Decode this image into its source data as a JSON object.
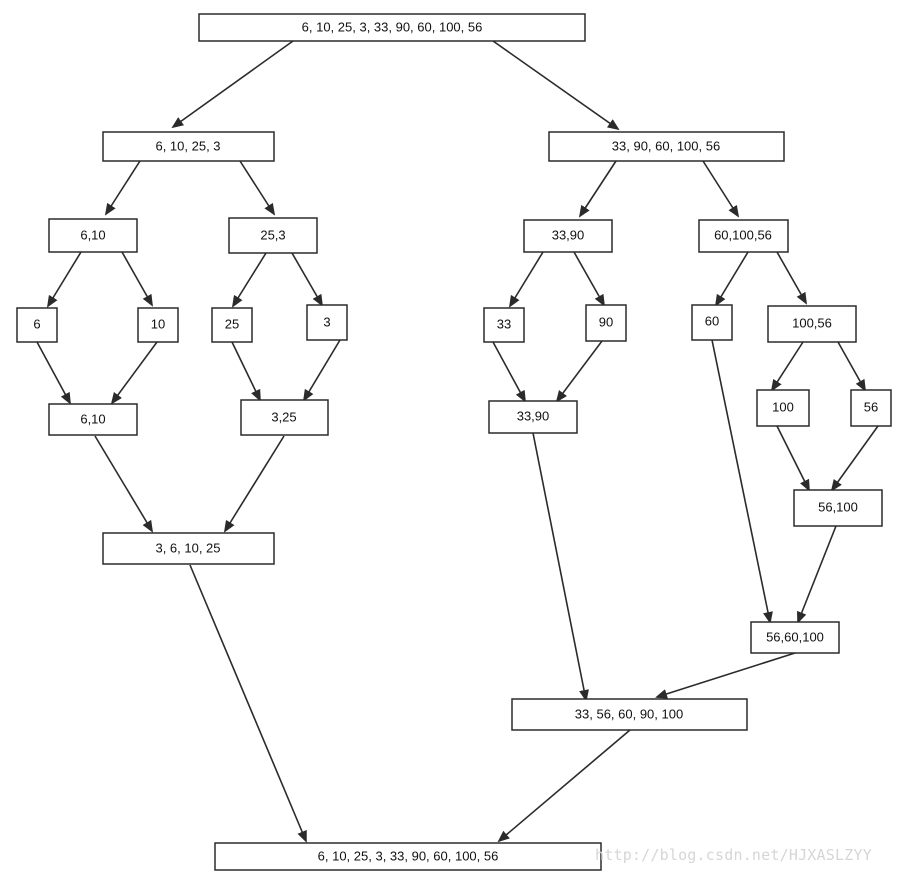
{
  "nodes": {
    "root": "6, 10, 25, 3, 33, 90, 60, 100, 56",
    "l1_left": "6, 10, 25, 3",
    "l1_right": "33, 90, 60, 100, 56",
    "l2_a": "6,10",
    "l2_b": "25,3",
    "l2_c": "33,90",
    "l2_d": "60,100,56",
    "leaf_6": "6",
    "leaf_10": "10",
    "leaf_25": "25",
    "leaf_3": "3",
    "leaf_33": "33",
    "leaf_90": "90",
    "leaf_60": "60",
    "pair_100_56": "100,56",
    "leaf_100": "100",
    "leaf_56": "56",
    "merge_6_10": "6,10",
    "merge_3_25": "3,25",
    "merge_33_90": "33,90",
    "merge_56_100": "56,100",
    "merge_left": "3, 6, 10, 25",
    "merge_56_60_100": "56,60,100",
    "merge_right": "33, 56, 60, 90, 100",
    "final": "6, 10, 25, 3, 33, 90, 60, 100, 56"
  },
  "watermark": "http://blog.csdn.net/HJXASLZYY",
  "colors": {
    "stroke": "#2b2b2b",
    "text": "#111111",
    "watermark": "#d6d6d6"
  }
}
